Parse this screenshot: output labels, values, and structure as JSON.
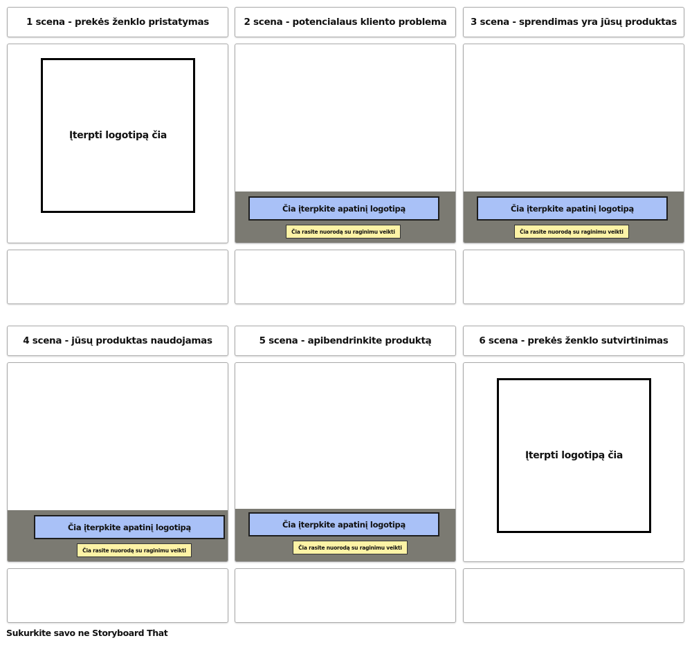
{
  "scenes": [
    {
      "title": "1 scena - prekės ženklo pristatymas",
      "logo_text": "Įterpti logotipą čia"
    },
    {
      "title": "2 scena - potencialaus kliento problema",
      "bottom_logo": "Čia įterpkite apatinį logotipą",
      "cta": "Čia rasite nuorodą su raginimu veikti"
    },
    {
      "title": "3 scena - sprendimas yra jūsų produktas",
      "bottom_logo": "Čia įterpkite apatinį logotipą",
      "cta": "Čia rasite nuorodą su raginimu veikti"
    },
    {
      "title": "4 scena - jūsų produktas naudojamas",
      "bottom_logo": "Čia įterpkite apatinį logotipą",
      "cta": "Čia rasite nuorodą su raginimu veikti"
    },
    {
      "title": "5 scena - apibendrinkite produktą",
      "bottom_logo": "Čia įterpkite apatinį logotipą",
      "cta": "Čia rasite nuorodą su raginimu veikti"
    },
    {
      "title": "6 scena - prekės ženklo sutvirtinimas",
      "logo_text": "Įterpti logotipą čia"
    }
  ],
  "footer": "Sukurkite savo ne Storyboard That",
  "colors": {
    "band": "#7b7a72",
    "bottom_logo_bg": "#a9c1f7",
    "cta_bg": "#fdf3a6",
    "border": "#a9a9a9"
  }
}
